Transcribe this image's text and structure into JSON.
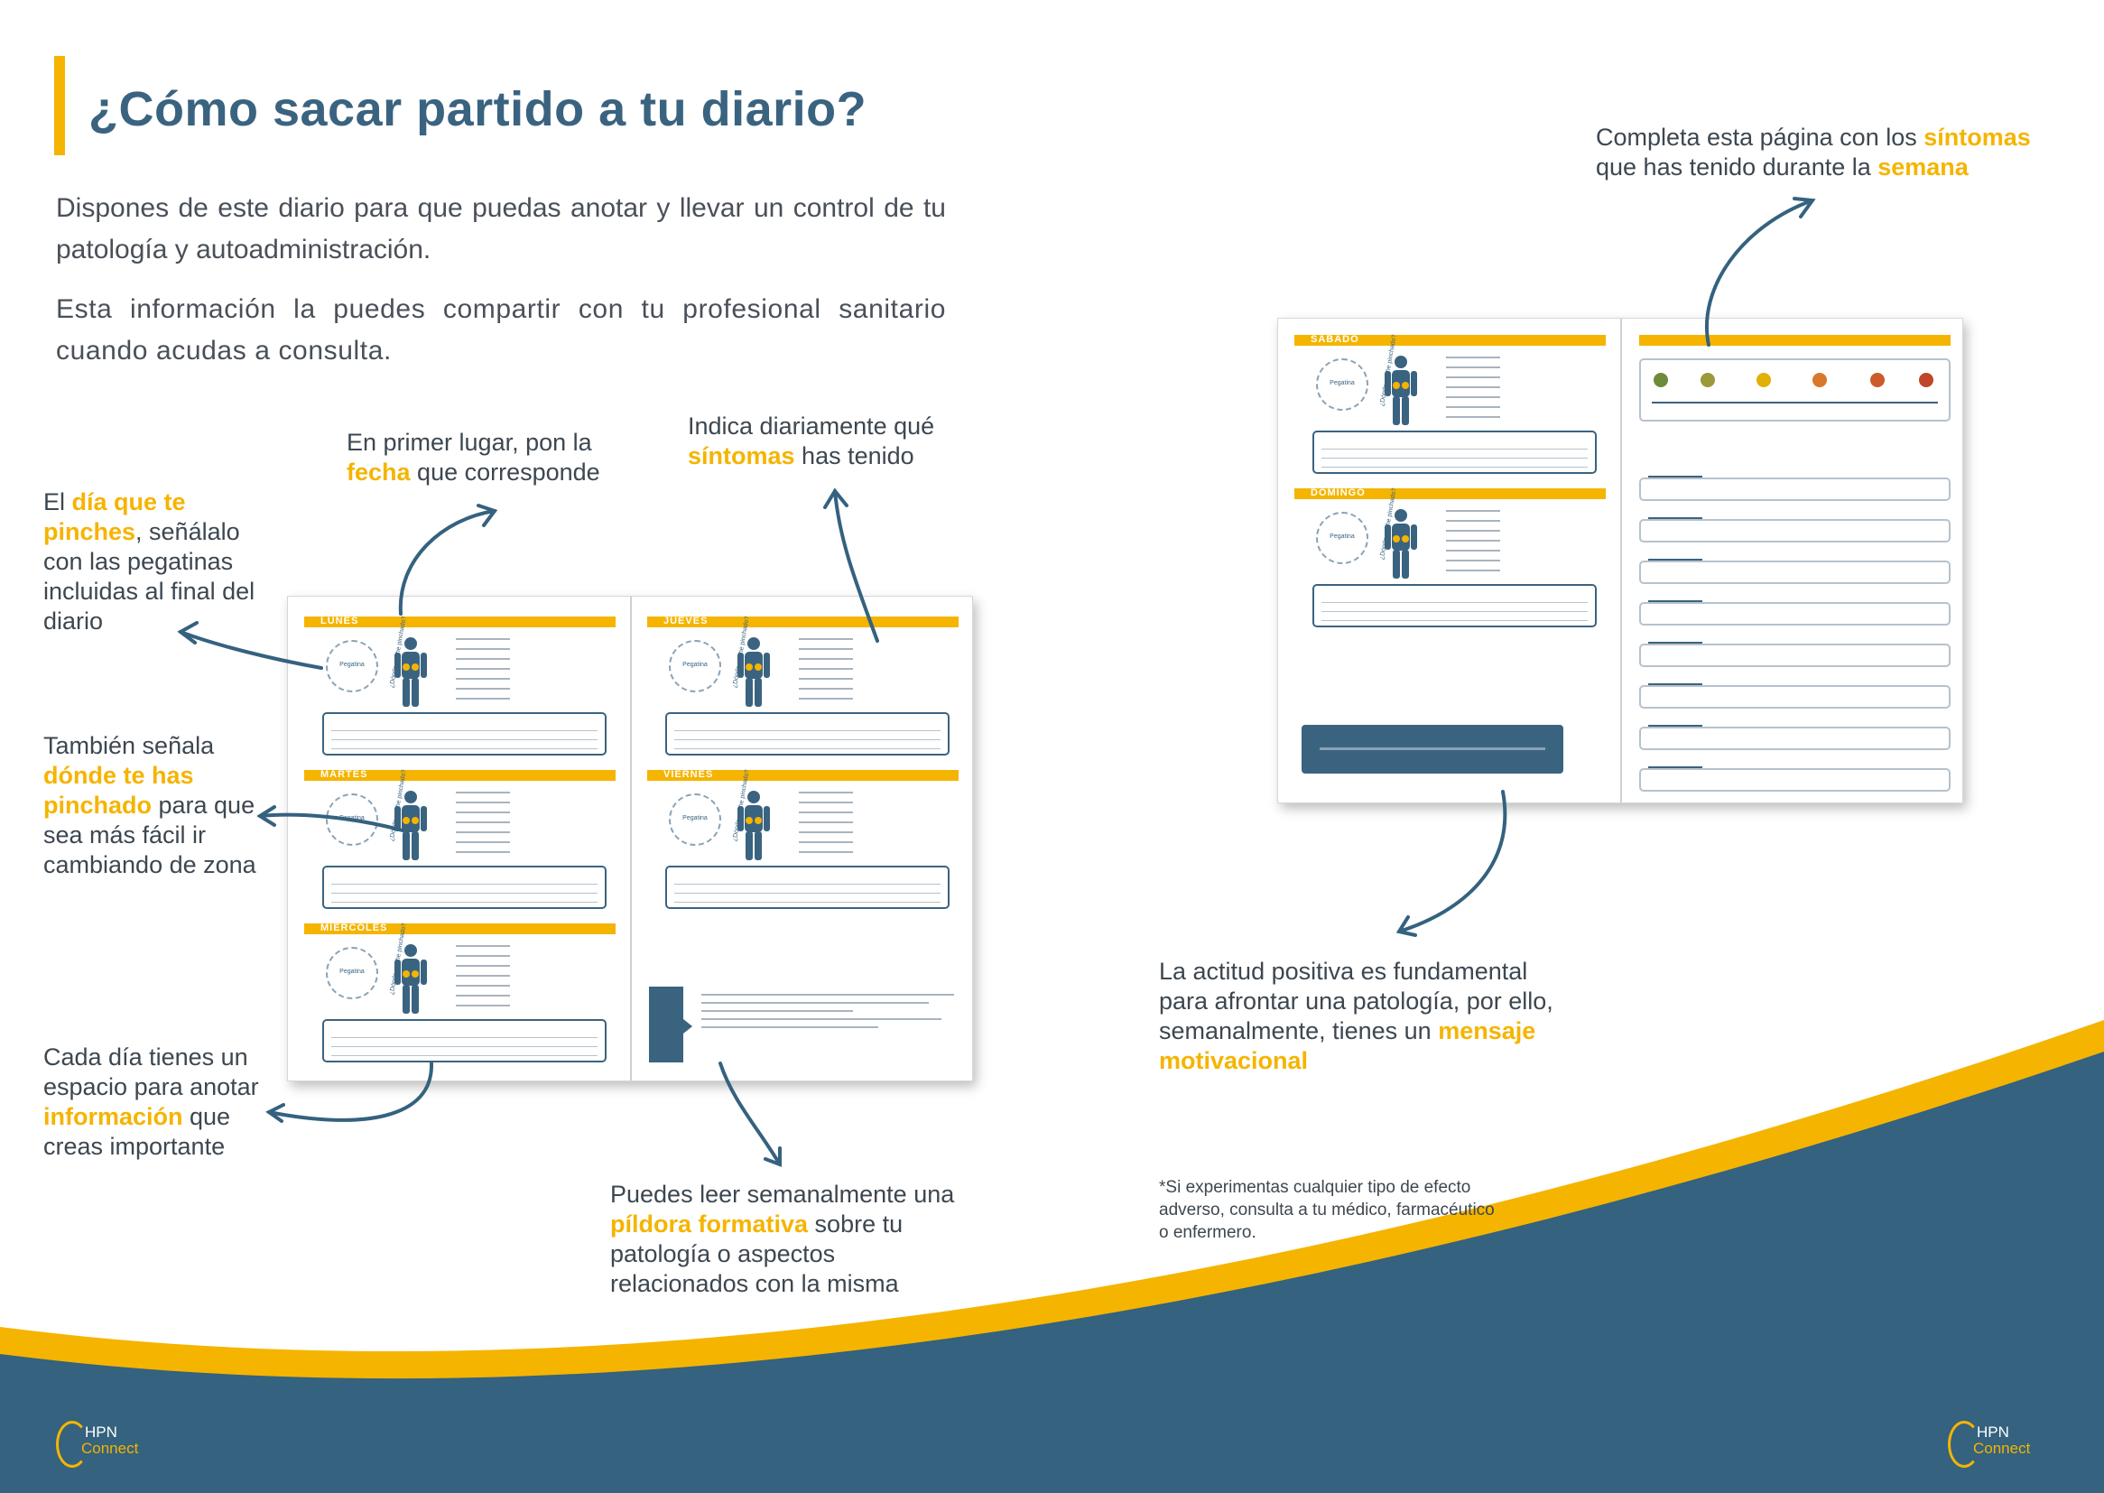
{
  "page": {
    "title": "¿Cómo sacar partido a tu diario?",
    "intro": [
      "Dispones de este diario para que puedas anotar y llevar un control de tu patología y autoadministración.",
      "Esta información la puedes compartir con tu profesional sanitario cuando acudas a consulta."
    ]
  },
  "callouts": {
    "top_right": {
      "pre": "Completa esta página con los ",
      "hl1": "síntomas",
      "mid": " que has tenido durante la ",
      "hl2": "semana"
    },
    "fecha": {
      "pre": "En primer lugar, pon la ",
      "hl": "fecha",
      "post": " que corresponde"
    },
    "sintomas": {
      "pre": "Indica diariamente qué ",
      "hl": "síntomas",
      "post": " has tenido"
    },
    "dia": {
      "pre": "El ",
      "hl": "día que te pinches",
      "post": ", señálalo con las pegatinas incluidas al final del diario"
    },
    "donde": {
      "pre": "También señala ",
      "hl": "dónde te has pinchado",
      "post": " para que sea más fácil ir cambiando de zona"
    },
    "espacio": {
      "pre": "Cada día tienes un espacio para anotar ",
      "hl": "información",
      "post": " que creas importante"
    },
    "pildora": {
      "pre": "Puedes leer semanalmente una ",
      "hl": "píldora formativa",
      "post": " sobre tu patología o aspectos relacionados con la misma"
    },
    "actitud": {
      "pre": "La actitud positiva es fundamental para afrontar una patología, por ello, semanalmente, tienes un ",
      "hl": "mensaje motivacional",
      "post": ""
    }
  },
  "footnote": "*Si experimentas cualquier tipo de efecto adverso, consulta a tu médico, farmacéutico o enfermero.",
  "diary_left": {
    "days": [
      "LUNES",
      "MARTES",
      "MIÉRCOLES",
      "JUEVES",
      "VIERNES"
    ],
    "sticker_label": "Pegatina",
    "where_label": "¿Dónde me he pinchado?"
  },
  "diary_right": {
    "days": [
      "SÁBADO",
      "DOMINGO"
    ],
    "summary_title": "RESUMEN DE SÍNTOMAS SEMANAL"
  },
  "colors": {
    "accent": "#f5b400",
    "brand": "#3a6380"
  },
  "logo": {
    "line1": "HPN",
    "line2": "Connect"
  }
}
